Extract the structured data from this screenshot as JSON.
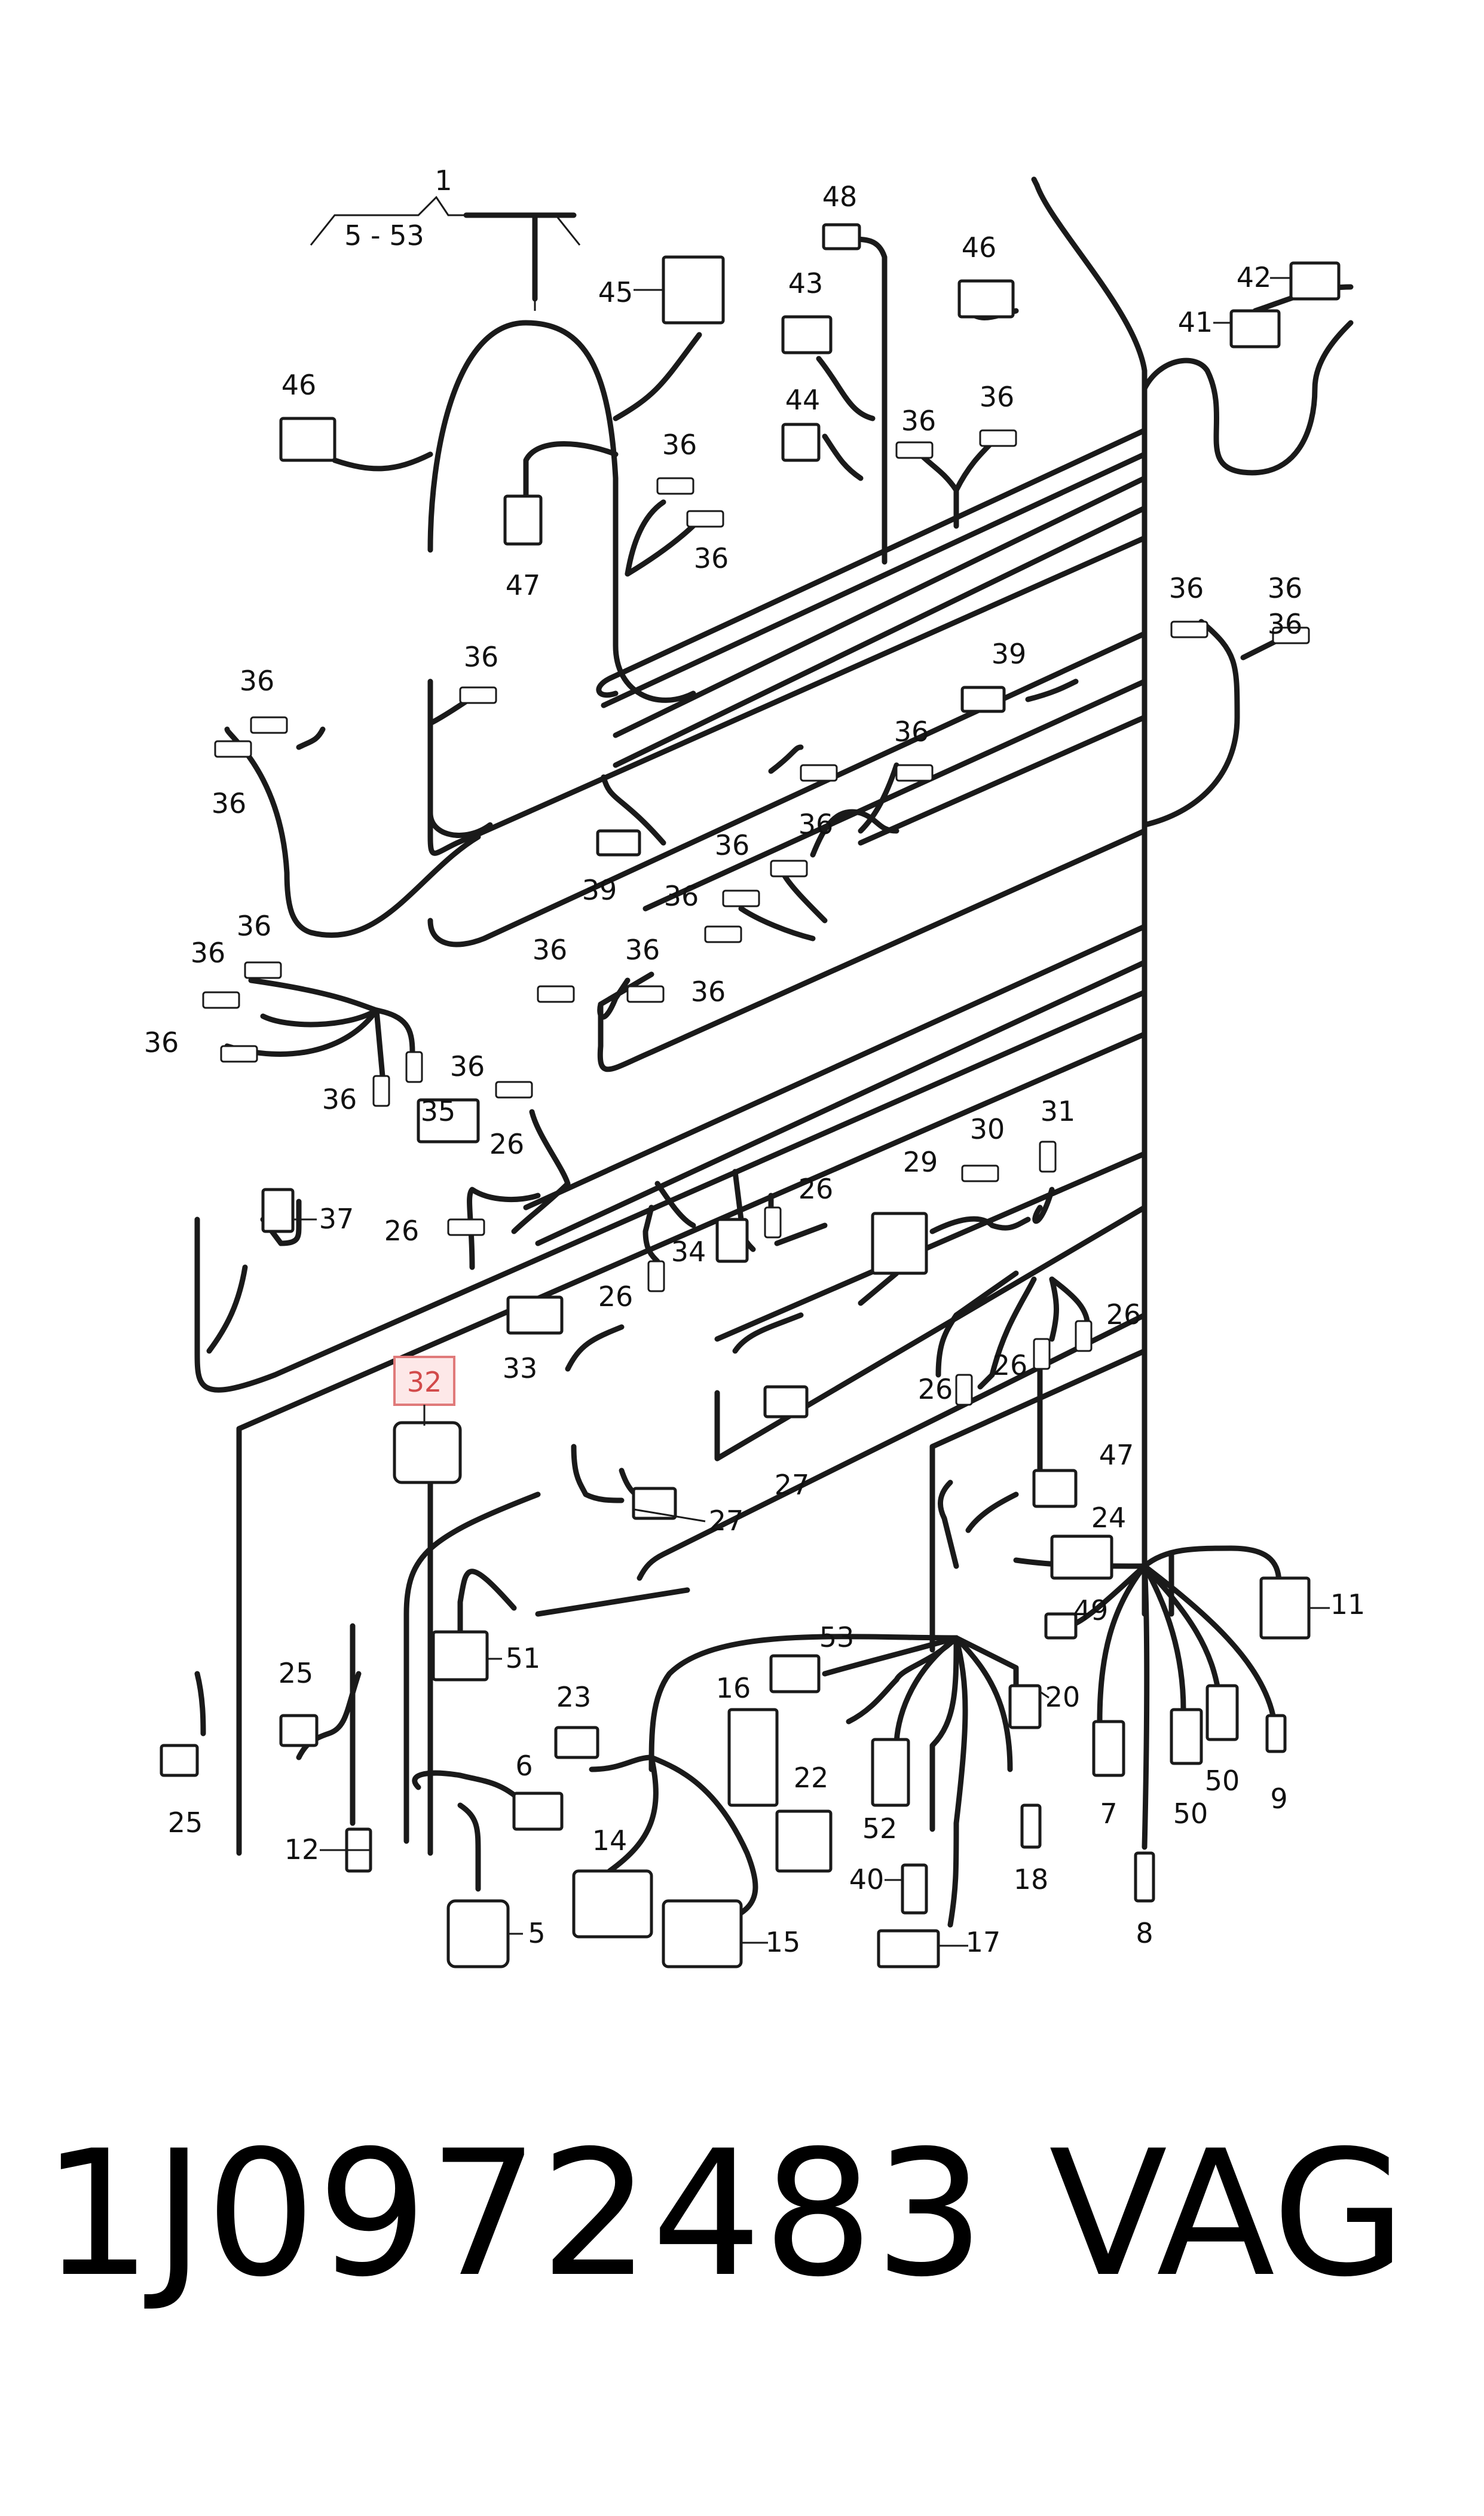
{
  "diagram": {
    "header_labels": {
      "top": "1",
      "range": "5 - 53"
    },
    "highlight_color": "#e07a7a",
    "callouts": [
      {
        "id": "c48",
        "text": "48"
      },
      {
        "id": "c46a",
        "text": "46"
      },
      {
        "id": "c43",
        "text": "43"
      },
      {
        "id": "c42",
        "text": "42"
      },
      {
        "id": "c41",
        "text": "41"
      },
      {
        "id": "c45",
        "text": "45"
      },
      {
        "id": "c46b",
        "text": "46"
      },
      {
        "id": "c44",
        "text": "44"
      },
      {
        "id": "c36a",
        "text": "36"
      },
      {
        "id": "c36b",
        "text": "36"
      },
      {
        "id": "c36c",
        "text": "36"
      },
      {
        "id": "c47a",
        "text": "47"
      },
      {
        "id": "c36d",
        "text": "36"
      },
      {
        "id": "c36e",
        "text": "36"
      },
      {
        "id": "c36f",
        "text": "36"
      },
      {
        "id": "c36g",
        "text": "36"
      },
      {
        "id": "c39a",
        "text": "39"
      },
      {
        "id": "c36h",
        "text": "36"
      },
      {
        "id": "c36i",
        "text": "36"
      },
      {
        "id": "c36j",
        "text": "36"
      },
      {
        "id": "c36k",
        "text": "36"
      },
      {
        "id": "c39b",
        "text": "39"
      },
      {
        "id": "c36l",
        "text": "36"
      },
      {
        "id": "c36m",
        "text": "36"
      },
      {
        "id": "c36n",
        "text": "36"
      },
      {
        "id": "c36o",
        "text": "36"
      },
      {
        "id": "c36p",
        "text": "36"
      },
      {
        "id": "c36q",
        "text": "36"
      },
      {
        "id": "c36r",
        "text": "36"
      },
      {
        "id": "c36s",
        "text": "36"
      },
      {
        "id": "c36t",
        "text": "36"
      },
      {
        "id": "c36u",
        "text": "36"
      },
      {
        "id": "c36v",
        "text": "36"
      },
      {
        "id": "c35",
        "text": "35"
      },
      {
        "id": "c26a",
        "text": "26"
      },
      {
        "id": "c30",
        "text": "30"
      },
      {
        "id": "c31",
        "text": "31"
      },
      {
        "id": "c29",
        "text": "29"
      },
      {
        "id": "c37",
        "text": "37"
      },
      {
        "id": "c26b",
        "text": "26"
      },
      {
        "id": "c26c",
        "text": "26"
      },
      {
        "id": "c34",
        "text": "34"
      },
      {
        "id": "c26d",
        "text": "26"
      },
      {
        "id": "c33",
        "text": "33"
      },
      {
        "id": "c26e",
        "text": "26"
      },
      {
        "id": "c26f",
        "text": "26"
      },
      {
        "id": "c26g",
        "text": "26"
      },
      {
        "id": "c32",
        "text": "32"
      },
      {
        "id": "c27a",
        "text": "27"
      },
      {
        "id": "c27b",
        "text": "27"
      },
      {
        "id": "c47b",
        "text": "47"
      },
      {
        "id": "c24",
        "text": "24"
      },
      {
        "id": "c11",
        "text": "11"
      },
      {
        "id": "c49",
        "text": "49"
      },
      {
        "id": "c51",
        "text": "51"
      },
      {
        "id": "c53",
        "text": "53"
      },
      {
        "id": "c25a",
        "text": "25"
      },
      {
        "id": "c25b",
        "text": "25"
      },
      {
        "id": "c23",
        "text": "23"
      },
      {
        "id": "c16",
        "text": "16"
      },
      {
        "id": "c20",
        "text": "20"
      },
      {
        "id": "c6",
        "text": "6"
      },
      {
        "id": "c22",
        "text": "22"
      },
      {
        "id": "c52",
        "text": "52"
      },
      {
        "id": "c7",
        "text": "7"
      },
      {
        "id": "c50a",
        "text": "50"
      },
      {
        "id": "c50b",
        "text": "50"
      },
      {
        "id": "c9",
        "text": "9"
      },
      {
        "id": "c12",
        "text": "12"
      },
      {
        "id": "c14",
        "text": "14"
      },
      {
        "id": "c40",
        "text": "40"
      },
      {
        "id": "c18",
        "text": "18"
      },
      {
        "id": "c5",
        "text": "5"
      },
      {
        "id": "c15",
        "text": "15"
      },
      {
        "id": "c17",
        "text": "17"
      },
      {
        "id": "c8",
        "text": "8"
      }
    ]
  },
  "footer": {
    "part_number": "1J0972483",
    "brand": "VAG"
  }
}
